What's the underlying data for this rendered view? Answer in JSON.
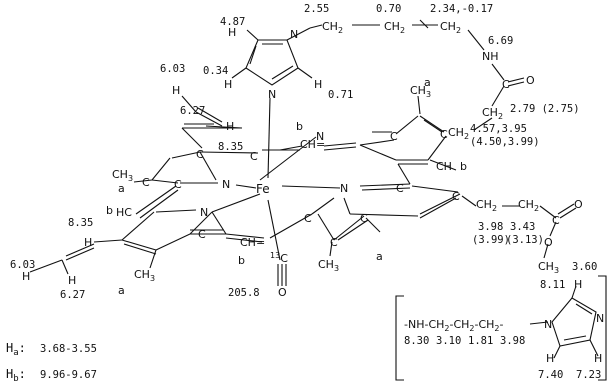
{
  "labels": {
    "im_h_top": "4.87",
    "im_h_left": "0.34",
    "im_h_right": "0.71",
    "ch2_1": "2.55",
    "ch2_2": "0.70",
    "ch2_3": "2.34,-0.17",
    "nh": "6.69",
    "ch2_a": "2.79 (2.75)",
    "ch2_b1": "4.57,3.95",
    "ch2_b2": "(4.50,3.99)",
    "v1_top": "6.03",
    "v1_mid": "6.27",
    "meso_ul": "8.35",
    "ch2_c1": "3.98",
    "ch2_c2": "3.43",
    "ch2_c1p": "(3.99)",
    "ch2_c2p": "(3.13)",
    "och3": "3.60",
    "v2_top": "8.35",
    "v2_left": "6.03",
    "v2_bot": "6.27",
    "co_shift": "205.8",
    "ha_range": "3.68-3.55",
    "hb_range": "9.96-9.67"
  },
  "atoms": {
    "fe": "Fe",
    "n": "N",
    "h": "H",
    "hc": "HC",
    "o": "O",
    "c": "C",
    "ch": "CH",
    "ch3": "CH",
    "ch2": "CH",
    "nh": "NH",
    "co13": "13C",
    "a": "a",
    "b": "b",
    "sub2": "2",
    "sub3": "3"
  },
  "inset": {
    "h_label": "8.11",
    "chain": "-NH-CH",
    "shifts": [
      "8.30",
      "3.10",
      "1.81",
      "3.98"
    ],
    "ring_h1": "7.40",
    "ring_h2": "7.23"
  },
  "legend": {
    "ha": "H",
    "ha_sub": "a",
    "hb": "H",
    "hb_sub": "b"
  }
}
